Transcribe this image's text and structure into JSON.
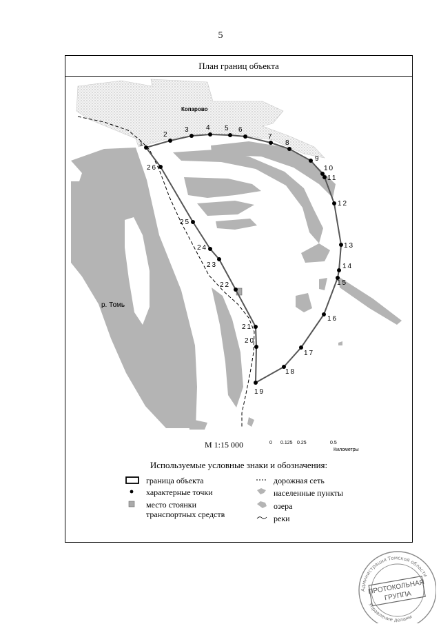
{
  "page_number": "5",
  "map": {
    "title": "План границ объекта",
    "place_label": "Копарово",
    "river_label": "р. Томь",
    "boundary_points": [
      "1",
      "2",
      "3",
      "4",
      "5",
      "6",
      "7",
      "8",
      "9",
      "10",
      "11",
      "12",
      "13",
      "14",
      "15",
      "16",
      "17",
      "18",
      "19",
      "20",
      "21",
      "22",
      "23",
      "24",
      "25",
      "26"
    ]
  },
  "scale": {
    "ratio": "М 1:15 000",
    "ticks": [
      "0",
      "0.125",
      "0.25",
      "0.5"
    ],
    "unit": "Километры"
  },
  "legend": {
    "title": "Используемые условные знаки и обозначения:",
    "items": {
      "boundary": "граница объекта",
      "points": "характерные точки",
      "parking_1": "место стоянки",
      "parking_2": "транспортных средств",
      "roads": "дорожная сеть",
      "settlements": "населенные пункты",
      "lakes": "озера",
      "rivers": "реки"
    }
  },
  "stamp": {
    "line1": "ПРОТОКОЛЬНАЯ",
    "line2": "ГРУППА",
    "ring_top": "Администрация Томской области",
    "ring_bottom": "Управление делами"
  },
  "colors": {
    "water": "#b4b4b4",
    "settlement": "#efefef",
    "boundary": "#555555"
  }
}
